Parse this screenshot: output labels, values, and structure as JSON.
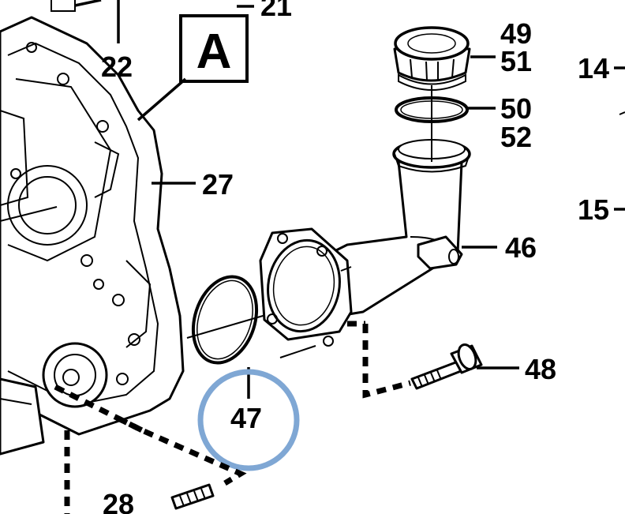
{
  "callout_box": "A",
  "labels": {
    "p21": "21",
    "p22": "22",
    "p27": "27",
    "p28": "28",
    "p46": "46",
    "p47": "47",
    "p48": "48",
    "p49": "49",
    "p50": "50",
    "p51": "51",
    "p52": "52",
    "p14": "14",
    "p15": "15"
  },
  "highlight_color": "#7fa7d4"
}
